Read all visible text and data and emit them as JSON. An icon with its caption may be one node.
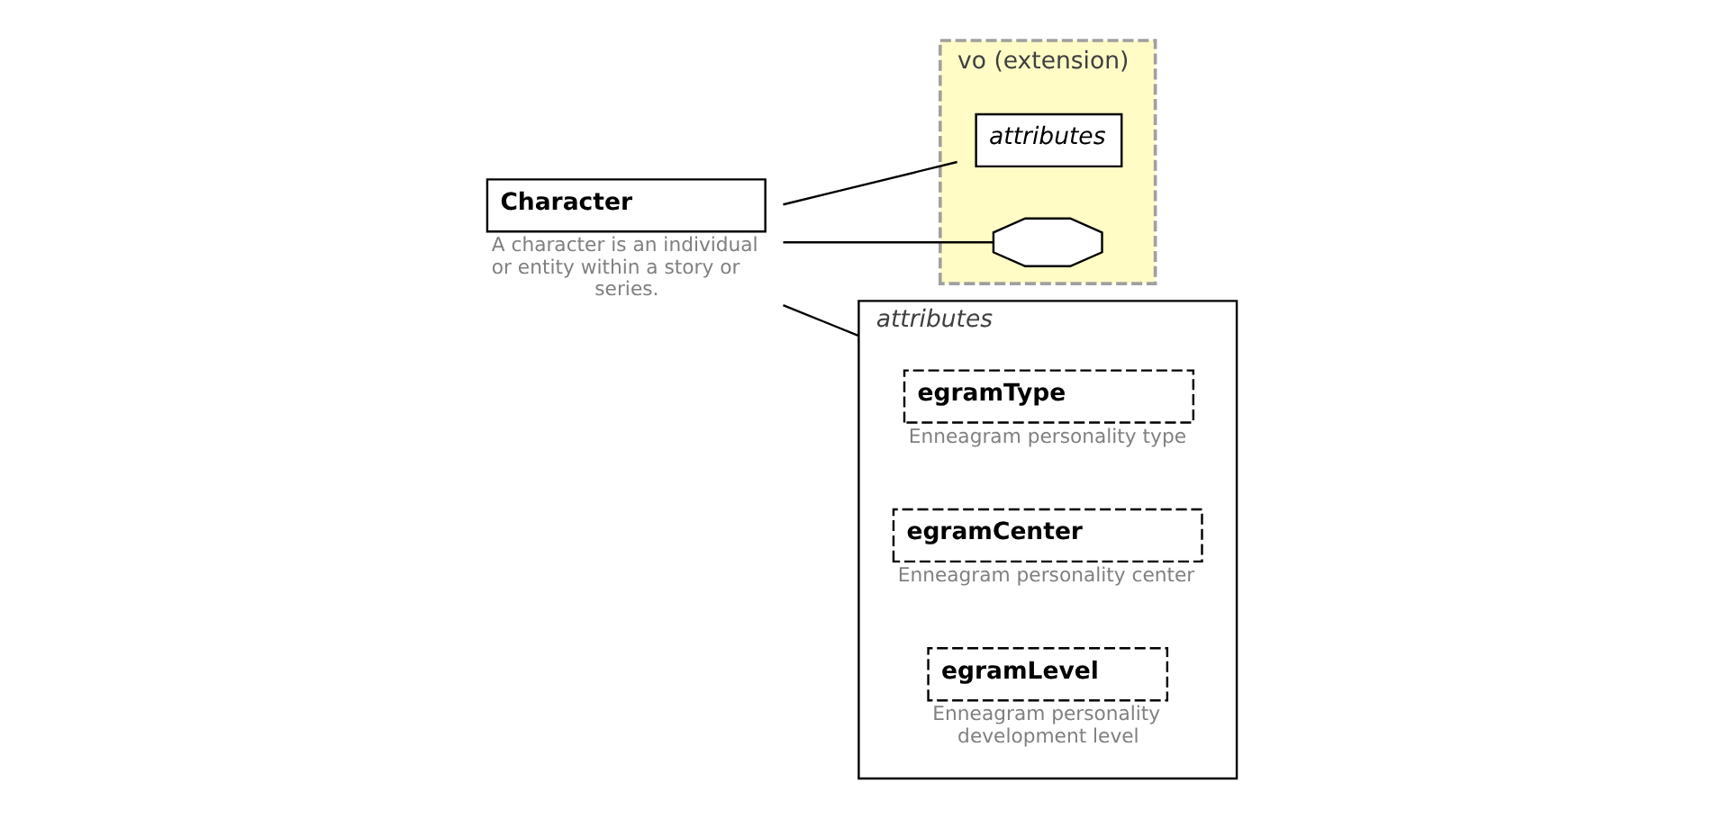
{
  "diagram": {
    "nodes": [
      {
        "text": [
          "Character"
        ],
        "beside": [
          "A character is an individual or entity within a story or series."
        ]
      },
      {
        "text": [
          "vo (extension)"
        ]
      },
      {
        "text": [
          "attributes"
        ],
        "in": 1
      },
      {
        "text": [],
        "shape": "octagon",
        "in": 1
      },
      {
        "text": [
          "attributes"
        ]
      },
      {
        "text": [
          "egramType"
        ],
        "in": 4,
        "beside": [
          "Enneagram personality type"
        ]
      },
      {
        "text": [
          "egramCenter"
        ],
        "in": 4,
        "beside": [
          "Enneagram personality center"
        ]
      },
      {
        "text": [
          "egramLevel"
        ],
        "in": 4,
        "beside": [
          "Enneagram personality development level"
        ]
      }
    ],
    "edges": [
      {
        "from": 0,
        "to": 2,
        "arrow": "none"
      },
      {
        "from": 0,
        "to": 3,
        "arrow": "none"
      },
      {
        "from": 0,
        "to": 4,
        "arrow": "none"
      }
    ]
  }
}
